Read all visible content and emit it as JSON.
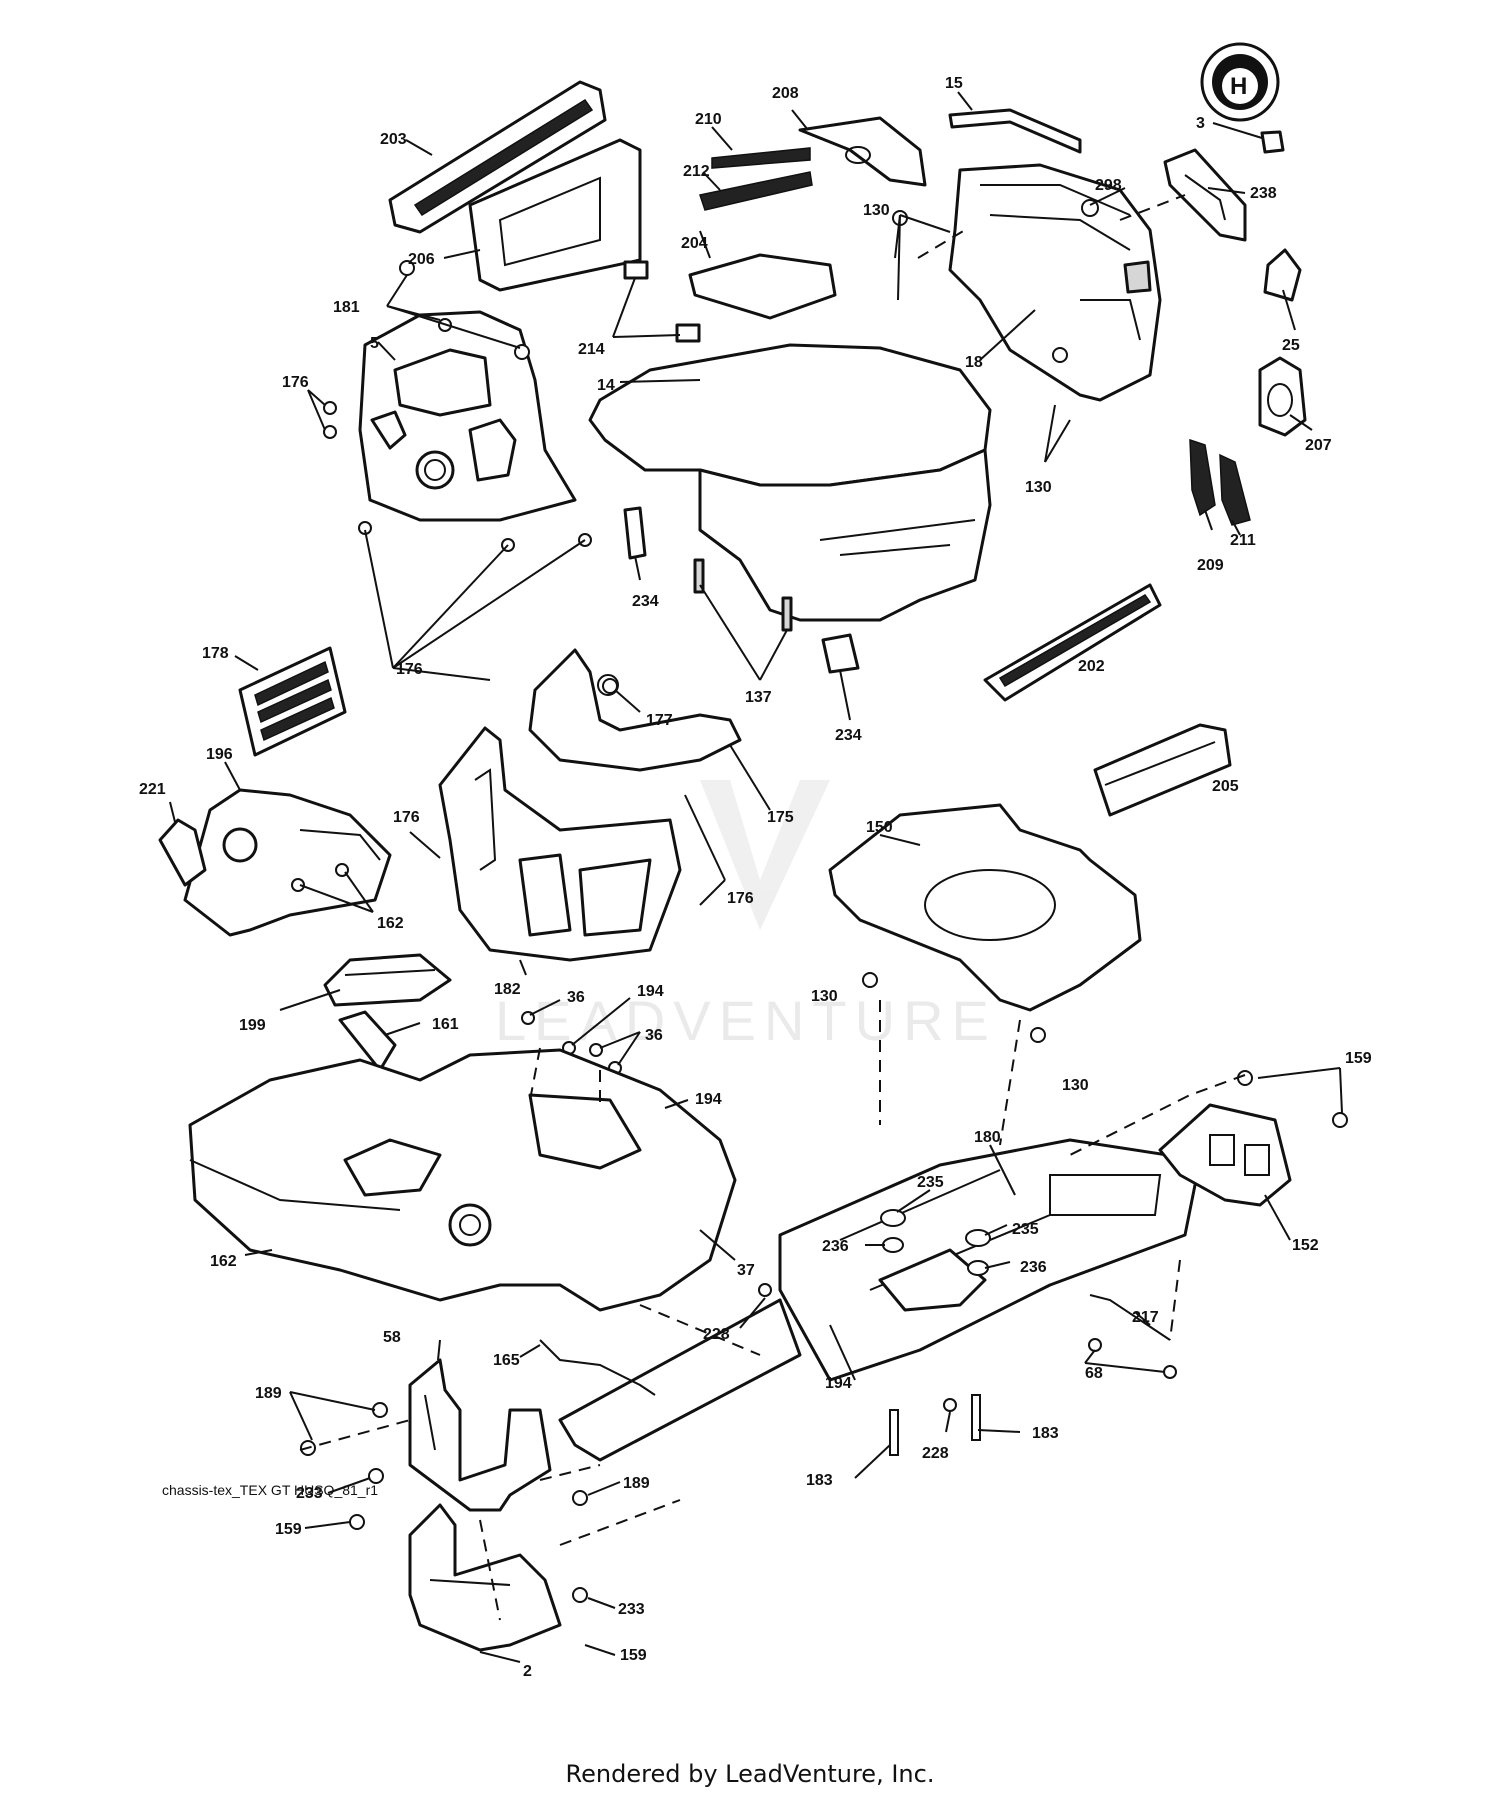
{
  "diagram_code": "chassis-tex_TEX GT HUSQ_81_r1",
  "footer": "Rendered by LeadVenture, Inc.",
  "watermark": "LEADVENTURE",
  "logo_letter": "H",
  "labels": {
    "l2": "2",
    "l3": "3",
    "l5": "5",
    "l14": "14",
    "l15": "15",
    "l18": "18",
    "l25": "25",
    "l36a": "36",
    "l36b": "36",
    "l37": "37",
    "l58": "58",
    "l68": "68",
    "l130a": "130",
    "l130b": "130",
    "l130c": "130",
    "l130d": "130",
    "l137": "137",
    "l150": "150",
    "l152": "152",
    "l159a": "159",
    "l159b": "159",
    "l159c": "159",
    "l161": "161",
    "l162a": "162",
    "l162b": "162",
    "l165": "165",
    "l175": "175",
    "l176a": "176",
    "l176b": "176",
    "l176c": "176",
    "l176d": "176",
    "l177": "177",
    "l178": "178",
    "l180": "180",
    "l181": "181",
    "l182": "182",
    "l183a": "183",
    "l183b": "183",
    "l189a": "189",
    "l189b": "189",
    "l194a": "194",
    "l194b": "194",
    "l194c": "194",
    "l196": "196",
    "l199": "199",
    "l202": "202",
    "l203": "203",
    "l204": "204",
    "l205": "205",
    "l206": "206",
    "l207": "207",
    "l208": "208",
    "l209": "209",
    "l210": "210",
    "l211": "211",
    "l212": "212",
    "l214": "214",
    "l217": "217",
    "l221": "221",
    "l228a": "228",
    "l228b": "228",
    "l233a": "233",
    "l233b": "233",
    "l234a": "234",
    "l234b": "234",
    "l235a": "235",
    "l235b": "235",
    "l236a": "236",
    "l236b": "236",
    "l238": "238",
    "l298": "298"
  }
}
